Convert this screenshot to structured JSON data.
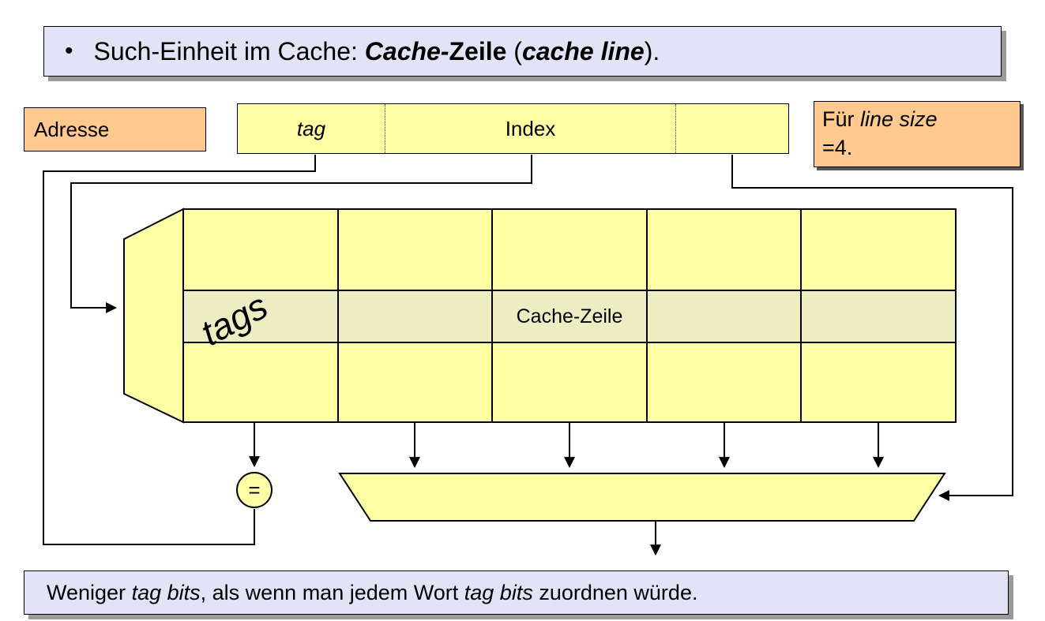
{
  "top_banner": {
    "bullet": "•",
    "text1": "Such-Einheit im Cache: ",
    "bold_italic1": "Cache-",
    "bold1": "Zeile",
    "text2": " (",
    "bold_italic2": "cache line",
    "text3": ")."
  },
  "address": {
    "label": "Adresse",
    "tag_field": "tag",
    "index_field": "Index",
    "offset_field": ""
  },
  "note": {
    "text1": "Für ",
    "italic1": "line size",
    "line2": "=4."
  },
  "cache": {
    "tags_label": "tags",
    "row_label": "Cache-Zeile",
    "comparator_label": "="
  },
  "bottom_banner": {
    "text1": "Weniger ",
    "italic1": "tag bits",
    "text2": ", als wenn man jedem Wort ",
    "italic2": "tag bits",
    "text3": " zuordnen würde."
  },
  "colors": {
    "banner_bg": "#e3e3f7",
    "note_bg": "#ffc98f",
    "cell_yellow": "#ffffa6",
    "highlight_row": "#ededc4",
    "shadow_gray": "#9a9a9a",
    "line_black": "#000000"
  }
}
